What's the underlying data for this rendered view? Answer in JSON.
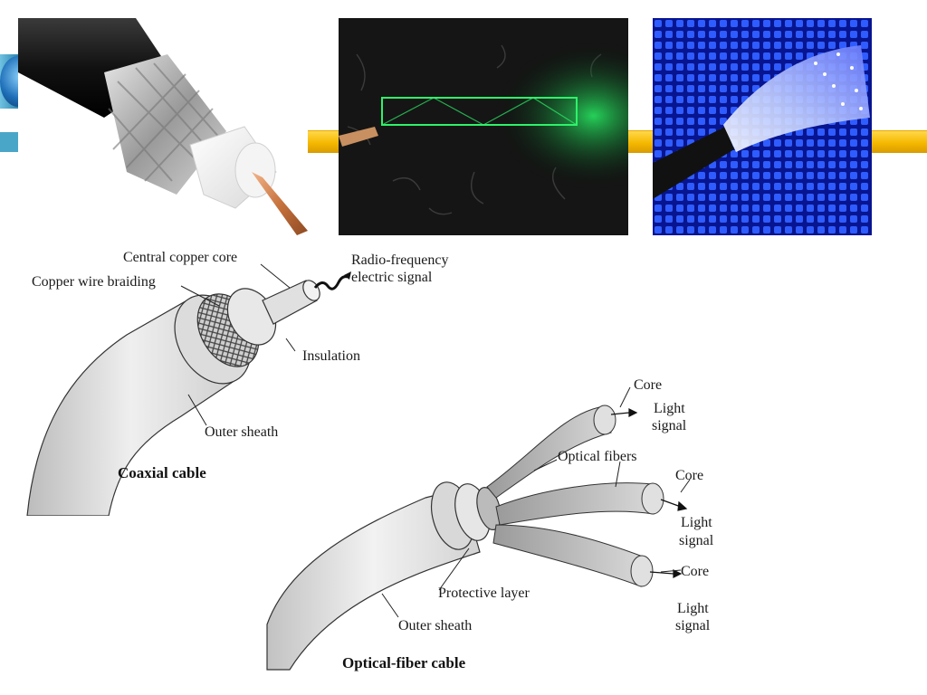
{
  "slide": {
    "accent_bar_color": "#f5b800",
    "side_tab_color": "#4aa6c8"
  },
  "photos": [
    {
      "name": "coaxial-cable-photo",
      "icon": "coax-cable-photo"
    },
    {
      "name": "green-light-rod-photo",
      "icon": "light-guide-photo"
    },
    {
      "name": "fiber-optic-bundle-photo",
      "icon": "fiber-bundle-photo"
    }
  ],
  "coax": {
    "labels": {
      "core": "Central copper core",
      "braiding": "Copper wire braiding",
      "signal_line1": "Radio-frequency",
      "signal_line2": "electric signal",
      "insulation": "Insulation",
      "sheath": "Outer sheath"
    },
    "caption": "Coaxial cable"
  },
  "fiber": {
    "labels": {
      "core1": "Core",
      "light1_line1": "Light",
      "light1_line2": "signal",
      "fibers": "Optical fibers",
      "core2": "Core",
      "light2_line1": "Light",
      "light2_line2": "signal",
      "core3": "Core",
      "light3_line1": "Light",
      "light3_line2": "signal",
      "protective": "Protective layer",
      "sheath": "Outer sheath"
    },
    "caption": "Optical-fiber cable"
  }
}
